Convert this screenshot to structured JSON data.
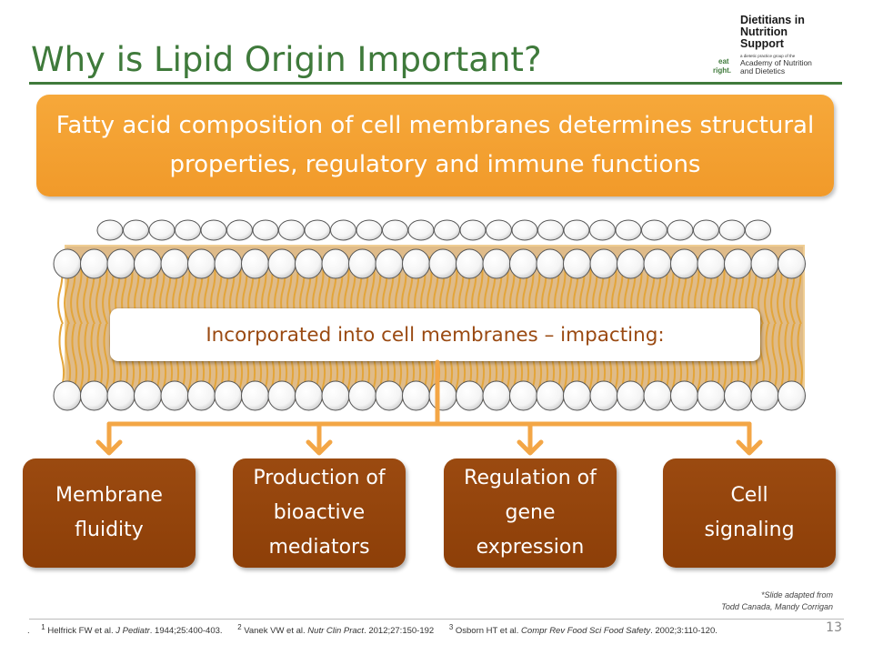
{
  "slide": {
    "title": "Why is Lipid Origin Important?",
    "page_number": "13"
  },
  "logo": {
    "line1": "Dietitians in",
    "line2": "Nutrition",
    "line3": "Support",
    "tagline": "a dietetic practice group of the",
    "org1": "Academy of Nutrition",
    "org2": "and Dietetics",
    "mark1": "eat",
    "mark2": "right."
  },
  "banner": {
    "text": "Fatty acid composition of cell membranes determines structural properties, regulatory and immune functions"
  },
  "membrane_label": "Incorporated into cell membranes – impacting:",
  "outcomes": [
    {
      "label": "Membrane fluidity"
    },
    {
      "label": "Production of bioactive mediators"
    },
    {
      "label": "Regulation of gene expression"
    },
    {
      "label": "Cell signaling"
    }
  ],
  "credit": {
    "line1": "*Slide adapted from",
    "line2": "Todd Canada, Mandy Corrigan"
  },
  "footer": {
    "bullet": ".",
    "refs": [
      {
        "num": "1",
        "authors": "Helfrick FW et al. ",
        "journal": "J Pediatr",
        "rest": ". 1944;25:400-403."
      },
      {
        "num": "2",
        "authors": "Vanek VW et al. ",
        "journal": "Nutr Clin Pract",
        "rest": ". 2012;27:150-192"
      },
      {
        "num": "3",
        "authors": "Osborn HT et al. ",
        "journal": "Compr Rev Food Sci Food Safety",
        "rest": ". 2002;3:110-120."
      }
    ]
  },
  "colors": {
    "title_green": "#3f7a3b",
    "banner_orange": "#f19a2a",
    "box_brown": "#8d3f08",
    "connector_orange": "#f3a646",
    "label_brown": "#9a4a12"
  }
}
